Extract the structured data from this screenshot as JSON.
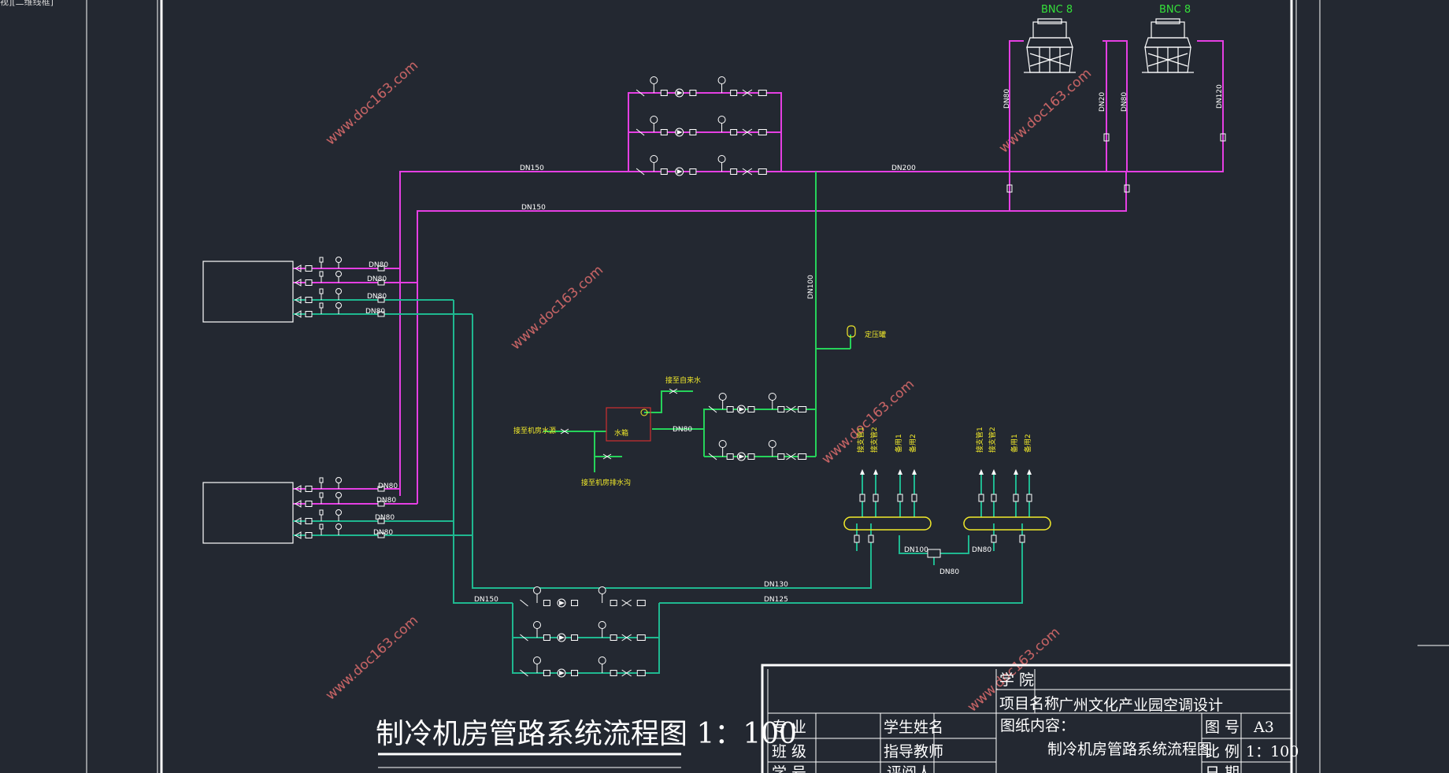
{
  "app": {
    "viewport_tab": "视][二维线框]"
  },
  "colors": {
    "background": "#232831",
    "supply_magenta": "#e53fe3",
    "return_green": "#1fb890",
    "makeup_green": "#26d35a",
    "label_yellow": "#f2ea2a",
    "tower_label_green": "#35e03a",
    "watermark_red": "#e06e6e",
    "frame_white": "#ffffff"
  },
  "diagram": {
    "title": "制冷机房管路系统流程图 1：100",
    "watermark": "www.doc163.com",
    "cooling_towers": [
      {
        "label": "BNC 8"
      },
      {
        "label": "BNC 8"
      }
    ],
    "pipe_sizes": {
      "dn150_a": "DN150",
      "dn150_b": "DN150",
      "dn200": "DN200",
      "dn100_vertical": "DN100",
      "tower_dn80_a": "DN80",
      "tower_dn20": "DN20",
      "tower_dn80_b": "DN80",
      "tower_dn120": "DN120",
      "chiller1_1": "DN80",
      "chiller1_2": "DN80",
      "chiller1_3": "DN80",
      "chiller1_4": "DN80",
      "chiller2_1": "DN80",
      "chiller2_2": "DN80",
      "chiller2_3": "DN80",
      "chiller2_4": "DN80",
      "tank_dn80": "DN80",
      "bottom_dn150": "DN150",
      "bottom_dn130": "DN130",
      "bottom_dn125": "DN125",
      "header_dn100": "DN100",
      "header_dn80": "DN80",
      "header_dn80_bottom": "DN80"
    },
    "annotations": {
      "expansion_tank": "定压罐",
      "to_municipal_water": "接至自来水",
      "to_water_source": "接至机房水源",
      "to_drain": "接至机房排水沟",
      "water_tank": "水箱",
      "hdr1_a": "接支管1",
      "hdr1_b": "接支管2",
      "hdr1_c": "备用1",
      "hdr1_d": "备用2",
      "hdr2_a": "接支管1",
      "hdr2_b": "接支管2",
      "hdr2_c": "备用1",
      "hdr2_d": "备用2"
    }
  },
  "title_block": {
    "college_label": "学    院",
    "project_name_label": "项目名称",
    "project_name_value": "广州文化产业园空调设计",
    "major_label": "专    业",
    "student_label": "学生姓名",
    "drawing_content_label": "图纸内容：",
    "drawing_content_value": "制冷机房管路系统流程图",
    "drawing_no_label": "图  号",
    "drawing_no_value": "A3",
    "class_label": "班    级",
    "advisor_label": "指导教师",
    "scale_label": "比  例",
    "scale_value": "1：100",
    "studentno_label": "学    号",
    "reviewer_label": "评阅人",
    "date_label": "日  期"
  }
}
